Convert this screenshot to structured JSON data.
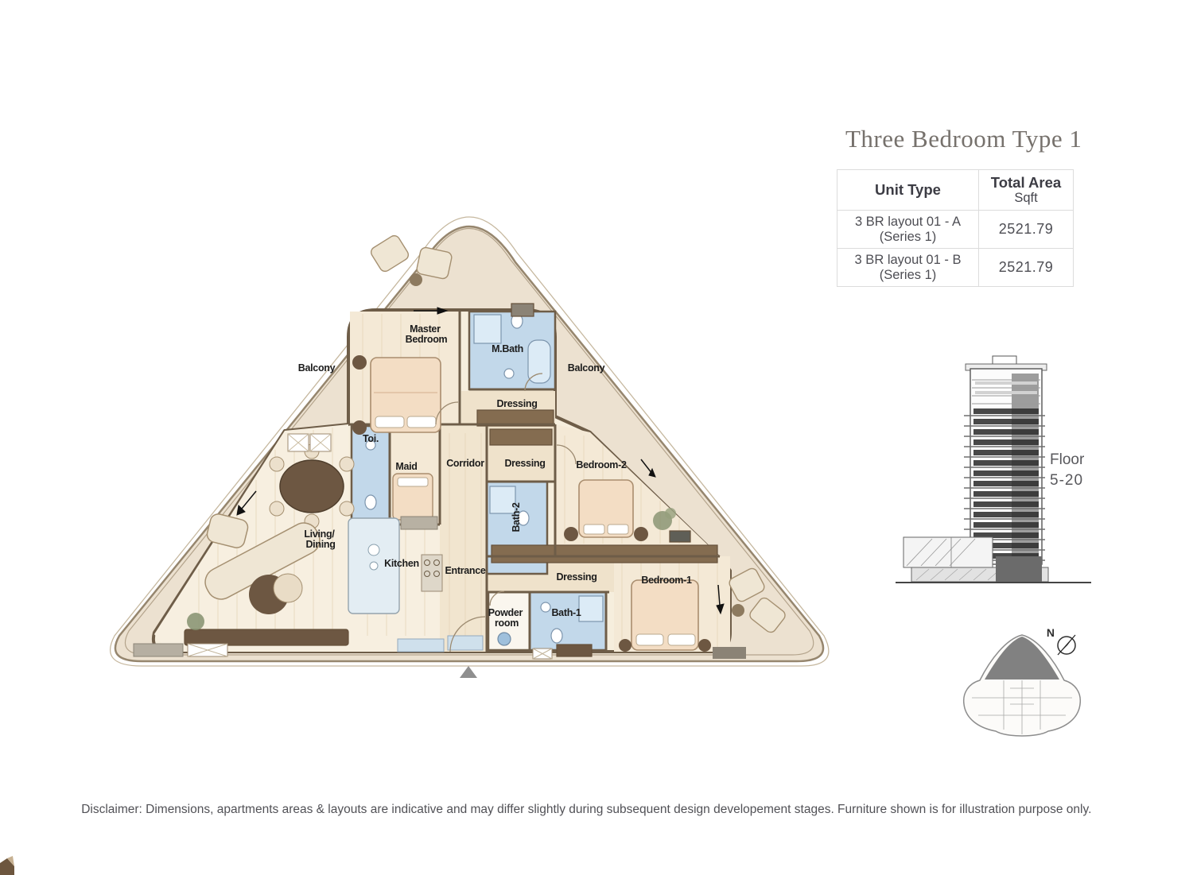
{
  "page": {
    "title": "Three Bedroom Type 1",
    "disclaimer": "Disclaimer: Dimensions, apartments areas & layouts are indicative and may differ slightly during subsequent design developement stages. Furniture shown is for illustration purpose only."
  },
  "area_table": {
    "headers": {
      "unit_type": "Unit Type",
      "total_area": "Total Area",
      "total_area_unit": "Sqft"
    },
    "rows": [
      {
        "unit_line1": "3 BR layout 01 - A",
        "unit_line2": "(Series 1)",
        "area_sqft": "2521.79"
      },
      {
        "unit_line1": "3 BR layout 01 - B",
        "unit_line2": "(Series 1)",
        "area_sqft": "2521.79"
      }
    ]
  },
  "floor_info": {
    "label": "Floor",
    "range": "5-20"
  },
  "key_plan": {
    "compass_label": "N"
  },
  "plan_labels": {
    "balcony_left": "Balcony",
    "balcony_right": "Balcony",
    "master_bedroom": [
      "Master",
      "Bedroom"
    ],
    "m_bath": "M.Bath",
    "dressing_top": "Dressing",
    "toi": "Toi.",
    "maid": "Maid",
    "corridor": "Corridor",
    "dressing_mid": "Dressing",
    "bedroom_2": "Bedroom-2",
    "bath_2": "Bath-2",
    "living_dining": [
      "Living/",
      "Dining"
    ],
    "kitchen": "Kitchen",
    "entrance": "Entrance",
    "dressing_low": "Dressing",
    "bedroom_1": "Bedroom-1",
    "powder_room": [
      "Powder",
      "room"
    ],
    "bath_1": "Bath-1"
  },
  "colors": {
    "title_text": "#76716c",
    "table_border": "#dcdcdc",
    "table_header_text": "#3c3c44",
    "table_body_text": "#4e4e54",
    "plan_wall": "#6e5d48",
    "balcony_fill": "#ece1d0",
    "floor_fill": "#f6eedd",
    "bath_fill": "#c2d8ea",
    "wood_dark": "#7b6347",
    "room_label_text": "#1c1c1c",
    "sketch_gray": "#555555"
  }
}
